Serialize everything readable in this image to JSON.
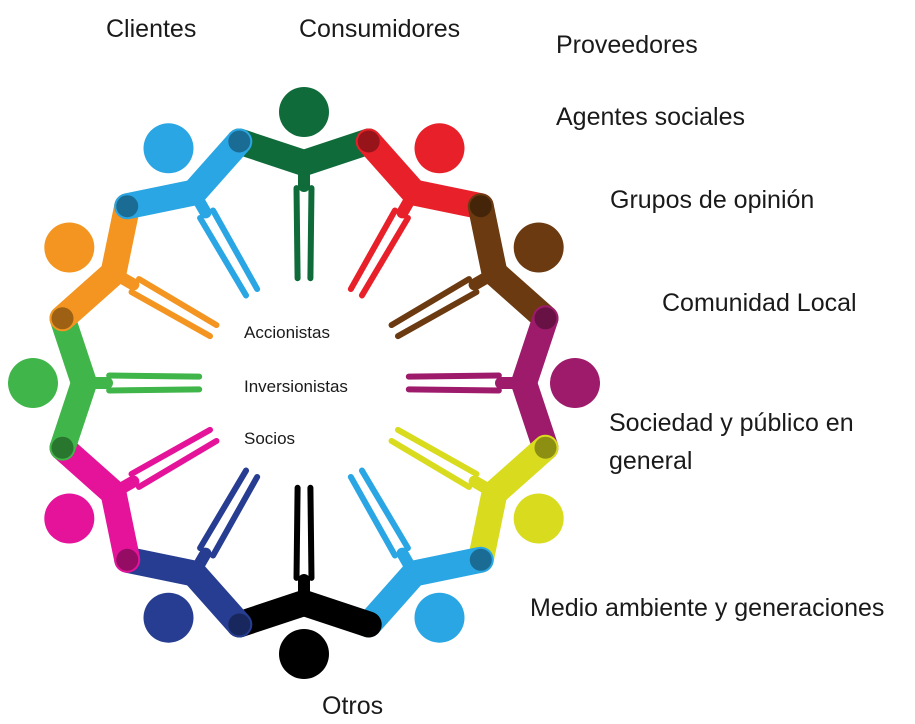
{
  "stakeholders": [
    {
      "label": "Clientes",
      "color": "#29a6e3"
    },
    {
      "label": "Consumidores",
      "color": "#0f6b3a"
    },
    {
      "label": "Proveedores",
      "color": "#e8202a"
    },
    {
      "label": "Agentes sociales",
      "color": "#6b3a10"
    },
    {
      "label": "Grupos de opinión",
      "color": "#9e1b6b"
    },
    {
      "label": "Comunidad Local",
      "color": "#d9dc1e"
    },
    {
      "label": "Sociedad y público en",
      "label_line2": "general",
      "color": "#29a6e3"
    },
    {
      "label": "Medio ambiente y generaciones",
      "color": "#000000"
    },
    {
      "label": "Otros",
      "color": "#000000"
    }
  ],
  "figure_colors": [
    "#0f6b3a",
    "#e8202a",
    "#6b3a10",
    "#9e1b6b",
    "#d9dc1e",
    "#29a6e3",
    "#000000",
    "#263d91",
    "#e5139a",
    "#40b549",
    "#f39520",
    "#29a6e3"
  ],
  "center_labels": [
    "Accionistas",
    "Inversionistas",
    "Socios"
  ]
}
